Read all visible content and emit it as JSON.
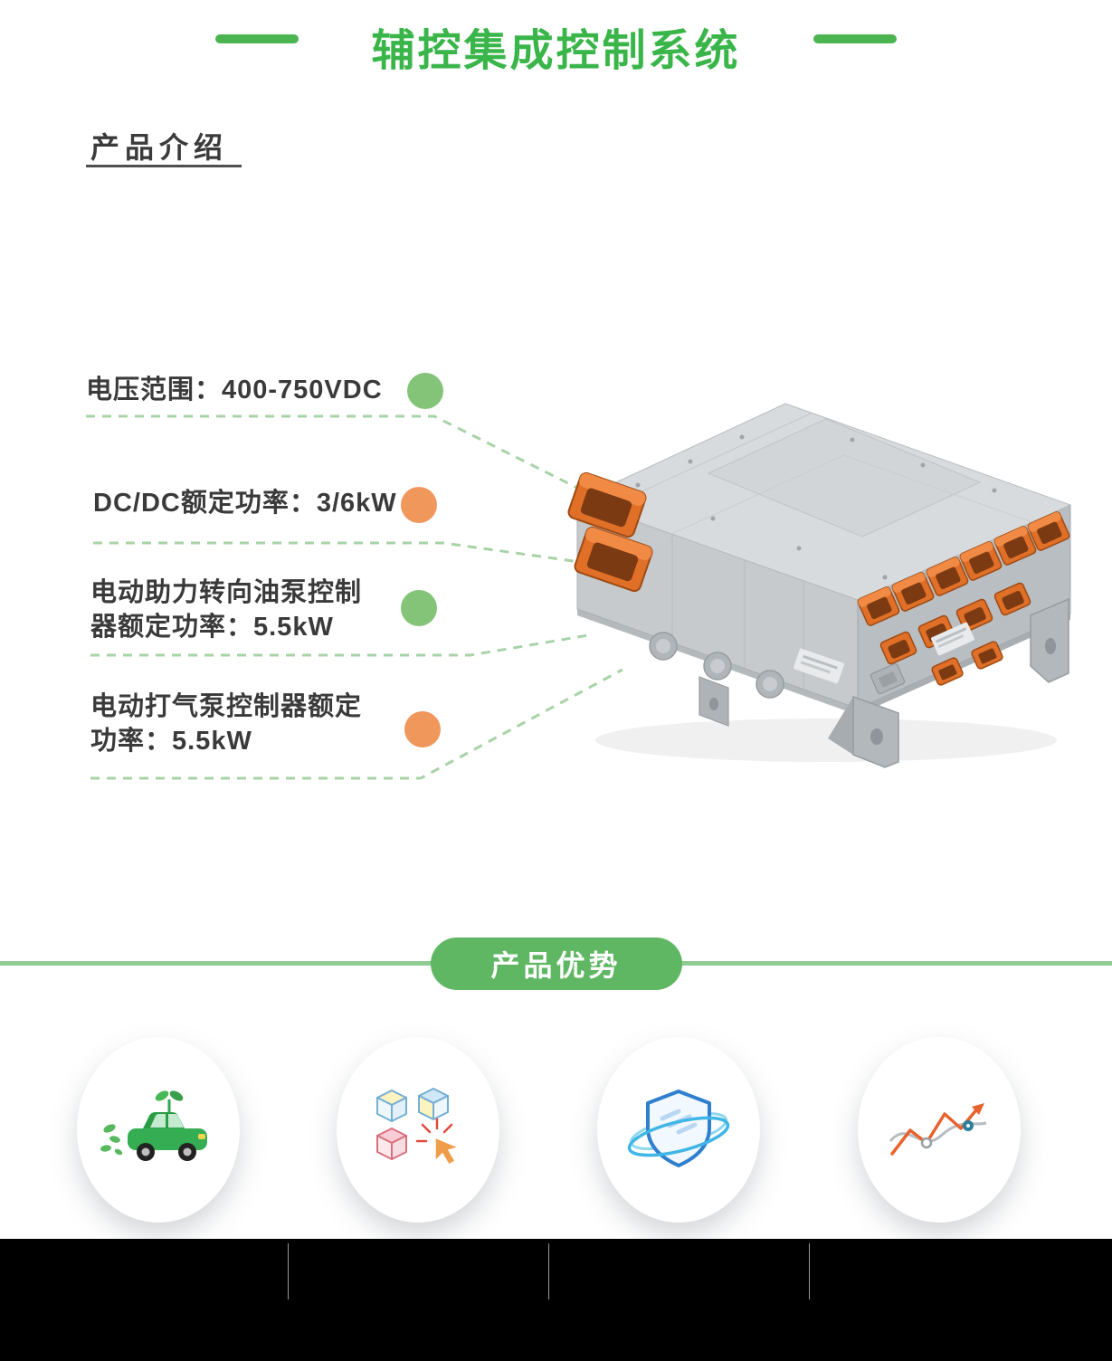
{
  "header": {
    "title": "辅控集成控制系统"
  },
  "intro": {
    "heading": "产品介绍",
    "specs": [
      {
        "line1": "电压范围：400-750VDC",
        "line2": "",
        "dot_color": "#83c478"
      },
      {
        "line1": "DC/DC额定功率：3/6kW",
        "line2": "",
        "dot_color": "#f0975c"
      },
      {
        "line1": "电动助力转向油泵控制",
        "line2": "器额定功率：5.5kW",
        "dot_color": "#83c478"
      },
      {
        "line1": "电动打气泵控制器额定",
        "line2": "功率：5.5kW",
        "dot_color": "#f0975c"
      }
    ]
  },
  "advantages": {
    "heading": "产品优势",
    "items": [
      {
        "icon": "eco-car-icon"
      },
      {
        "icon": "modular-cubes-icon"
      },
      {
        "icon": "shield-protection-icon"
      },
      {
        "icon": "performance-chart-icon"
      }
    ]
  },
  "colors": {
    "title_green": "#3ab54a",
    "pill_green": "#5fb763",
    "divider_green": "#8fcb92",
    "dashed_green": "#a8d3a6",
    "dot_green": "#83c478",
    "dot_orange": "#f0975c",
    "connector_orange": "#e06f28",
    "footer_background": "#000000"
  }
}
